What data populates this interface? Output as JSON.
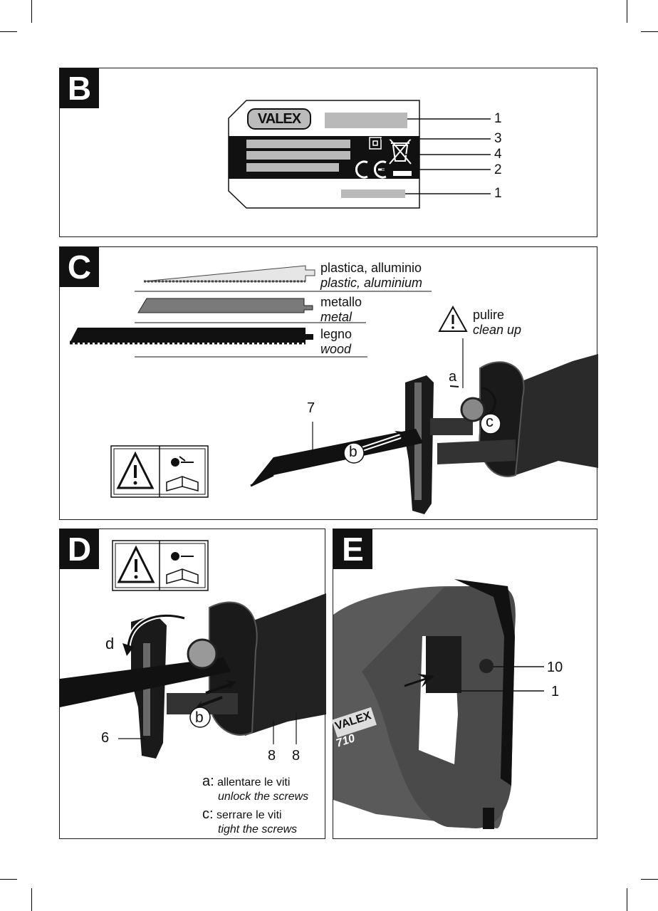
{
  "panels": {
    "b": {
      "tag": "B",
      "brand_logo": "VALEX",
      "callouts": [
        "1",
        "3",
        "4",
        "2",
        "1"
      ]
    },
    "c": {
      "tag": "C",
      "blades": [
        {
          "it": "plastica, alluminio",
          "en": "plastic, aluminium"
        },
        {
          "it": "metallo",
          "en": "metal"
        },
        {
          "it": "legno",
          "en": "wood"
        }
      ],
      "warning": {
        "it": "pulire",
        "en": "clean up"
      },
      "labels": {
        "a": "a",
        "b": "b",
        "c": "c",
        "seven": "7"
      }
    },
    "d": {
      "tag": "D",
      "labels": {
        "d": "d",
        "b": "b",
        "six": "6",
        "eight_left": "8",
        "eight_right": "8"
      },
      "legend": {
        "a_key": "a:",
        "a_it": "allentare le viti",
        "a_en": "unlock the screws",
        "c_key": "c:",
        "c_it": "serrare le viti",
        "c_en": "tight the screws"
      }
    },
    "e": {
      "tag": "E",
      "labels": {
        "ten": "10",
        "one": "1"
      },
      "body_print": {
        "brand": "VALEX",
        "model": "710"
      }
    }
  },
  "icons": [
    "warning-triangle-icon",
    "unplug-icon",
    "manual-book-icon",
    "ce-mark-icon",
    "crossed-bin-icon",
    "double-insulation-icon"
  ]
}
